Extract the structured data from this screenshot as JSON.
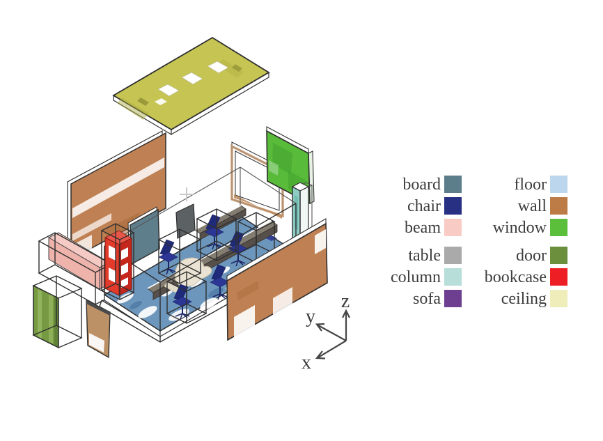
{
  "legend": {
    "columns": [
      {
        "items": [
          {
            "label": "board",
            "color": "#5c7d8a"
          },
          {
            "label": "chair",
            "color": "#283084"
          },
          {
            "label": "beam",
            "color": "#f8ccc4"
          },
          {
            "label": "table",
            "color": "#a9aaa9"
          },
          {
            "label": "column",
            "color": "#b7ded8"
          },
          {
            "label": "sofa",
            "color": "#6e3e91"
          }
        ]
      },
      {
        "items": [
          {
            "label": "floor",
            "color": "#bcd6ee"
          },
          {
            "label": "wall",
            "color": "#bd7b46"
          },
          {
            "label": "window",
            "color": "#5bbf3c"
          },
          {
            "label": "door",
            "color": "#6c8f3e"
          },
          {
            "label": "bookcase",
            "color": "#ed1f24"
          },
          {
            "label": "ceiling",
            "color": "#efeebb"
          }
        ]
      }
    ]
  },
  "axes": {
    "x_label": "x",
    "y_label": "y",
    "z_label": "z"
  },
  "scene": {
    "type": "exploded-isometric-room",
    "colors": {
      "board": "#5e7e8c",
      "chair": "#2c3795",
      "beam": "#eeb3ab",
      "table": "#59544c",
      "column": "#8fccc4",
      "sofa_object": "#eae3d3",
      "floor": "#6d96bd",
      "wall": "#bf8153",
      "window": "#58bb3a",
      "door": "#769a41",
      "bookcase": "#e23a2b",
      "ceiling": "#c6c553"
    }
  }
}
